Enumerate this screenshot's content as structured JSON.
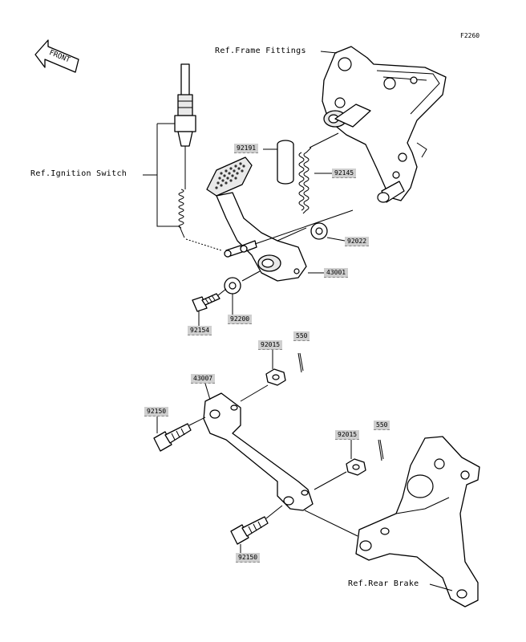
{
  "figure_code": "F2260",
  "direction_label": "FRONT",
  "references": {
    "frame_fittings": "Ref.Frame Fittings",
    "ignition_switch": "Ref.Ignition Switch",
    "rear_brake": "Ref.Rear Brake"
  },
  "part_numbers": {
    "p92191": "92191",
    "p92145": "92145",
    "p92022": "92022",
    "p43001": "43001",
    "p92200": "92200",
    "p92154": "92154",
    "p92015_a": "92015",
    "p550_a": "550",
    "p43007": "43007",
    "p92150_a": "92150",
    "p92015_b": "92015",
    "p550_b": "550",
    "p92150_b": "92150"
  }
}
